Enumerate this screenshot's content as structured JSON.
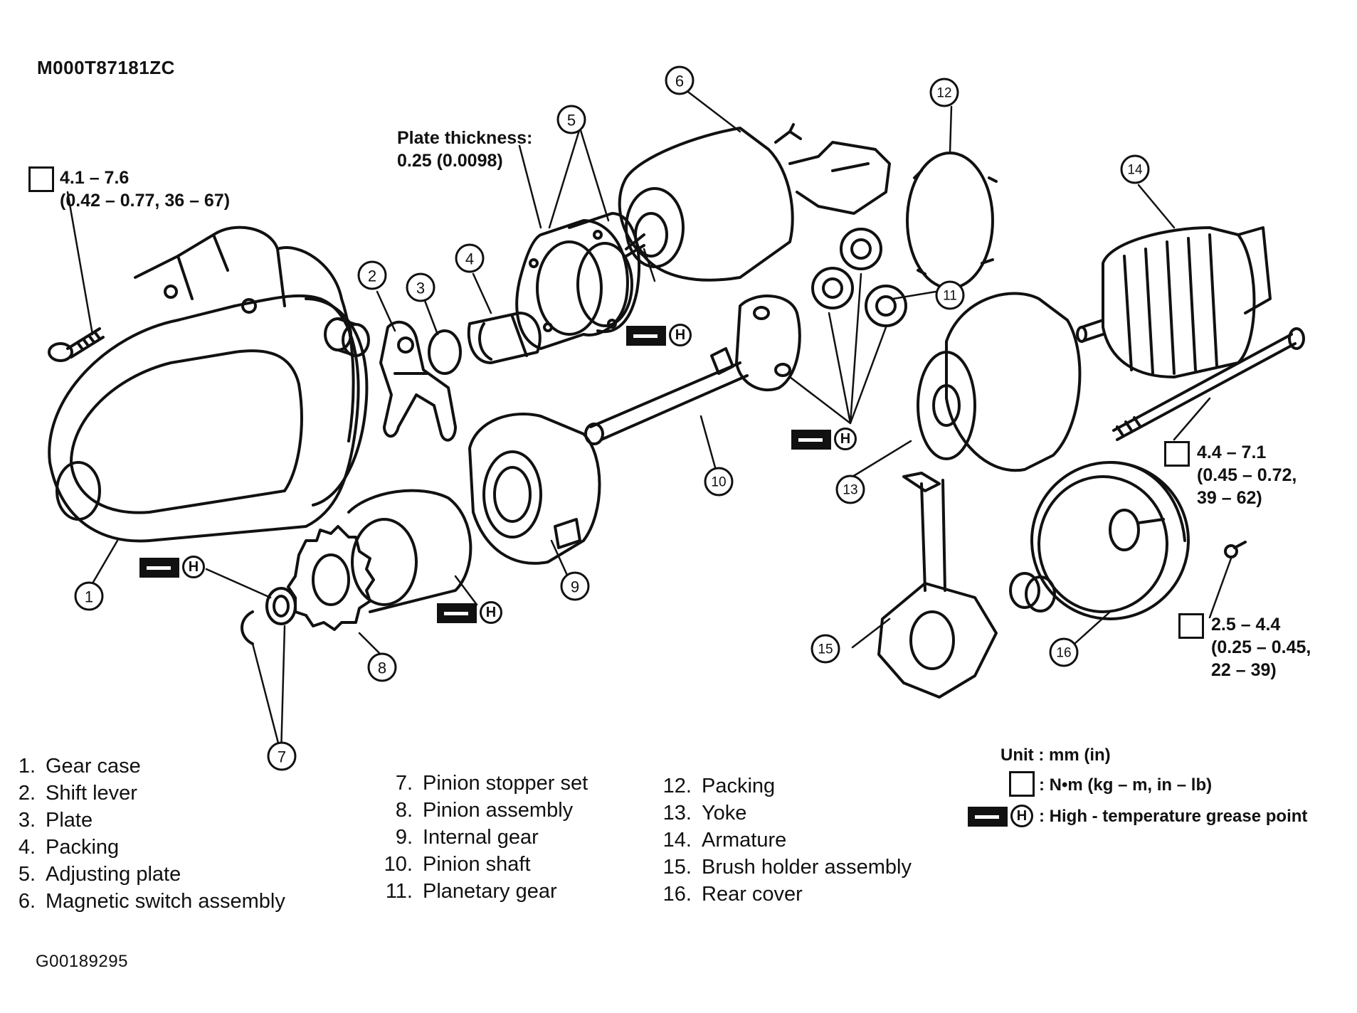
{
  "header_code": "M000T87181ZC",
  "footer_code": "G00189295",
  "plate_note": {
    "line1": "Plate thickness:",
    "line2": "0.25 (0.0098)"
  },
  "torque_specs": [
    {
      "id": "bolt-gear-case",
      "line1": "4.1 – 7.6",
      "line2": "(0.42 – 0.77, 36 – 67)"
    },
    {
      "id": "through-bolt",
      "line1": "4.4 – 7.1",
      "line2": "(0.45 – 0.72,",
      "line3": "39 – 62)"
    },
    {
      "id": "rear-cover-screw",
      "line1": "2.5 – 4.4",
      "line2": "(0.25 – 0.45,",
      "line3": "22 – 39)"
    }
  ],
  "grease_mark": "H",
  "callouts": [
    "1",
    "2",
    "3",
    "4",
    "5",
    "6",
    "7",
    "8",
    "9",
    "10",
    "11",
    "12",
    "13",
    "14",
    "15",
    "16"
  ],
  "legend": [
    {
      "num": "1.",
      "name": "Gear case"
    },
    {
      "num": "2.",
      "name": "Shift lever"
    },
    {
      "num": "3.",
      "name": "Plate"
    },
    {
      "num": "4.",
      "name": "Packing"
    },
    {
      "num": "5.",
      "name": "Adjusting plate"
    },
    {
      "num": "6.",
      "name": "Magnetic switch assembly"
    },
    {
      "num": "7.",
      "name": "Pinion stopper set"
    },
    {
      "num": "8.",
      "name": "Pinion assembly"
    },
    {
      "num": "9.",
      "name": "Internal gear"
    },
    {
      "num": "10.",
      "name": "Pinion shaft"
    },
    {
      "num": "11.",
      "name": "Planetary gear"
    },
    {
      "num": "12.",
      "name": "Packing"
    },
    {
      "num": "13.",
      "name": "Yoke"
    },
    {
      "num": "14.",
      "name": "Armature"
    },
    {
      "num": "15.",
      "name": "Brush holder assembly"
    },
    {
      "num": "16.",
      "name": "Rear cover"
    }
  ],
  "units": {
    "unit_line": "Unit : mm (in)",
    "torque_line": ": N•m (kg – m, in – lb)",
    "grease_line": ": High - temperature grease point"
  }
}
